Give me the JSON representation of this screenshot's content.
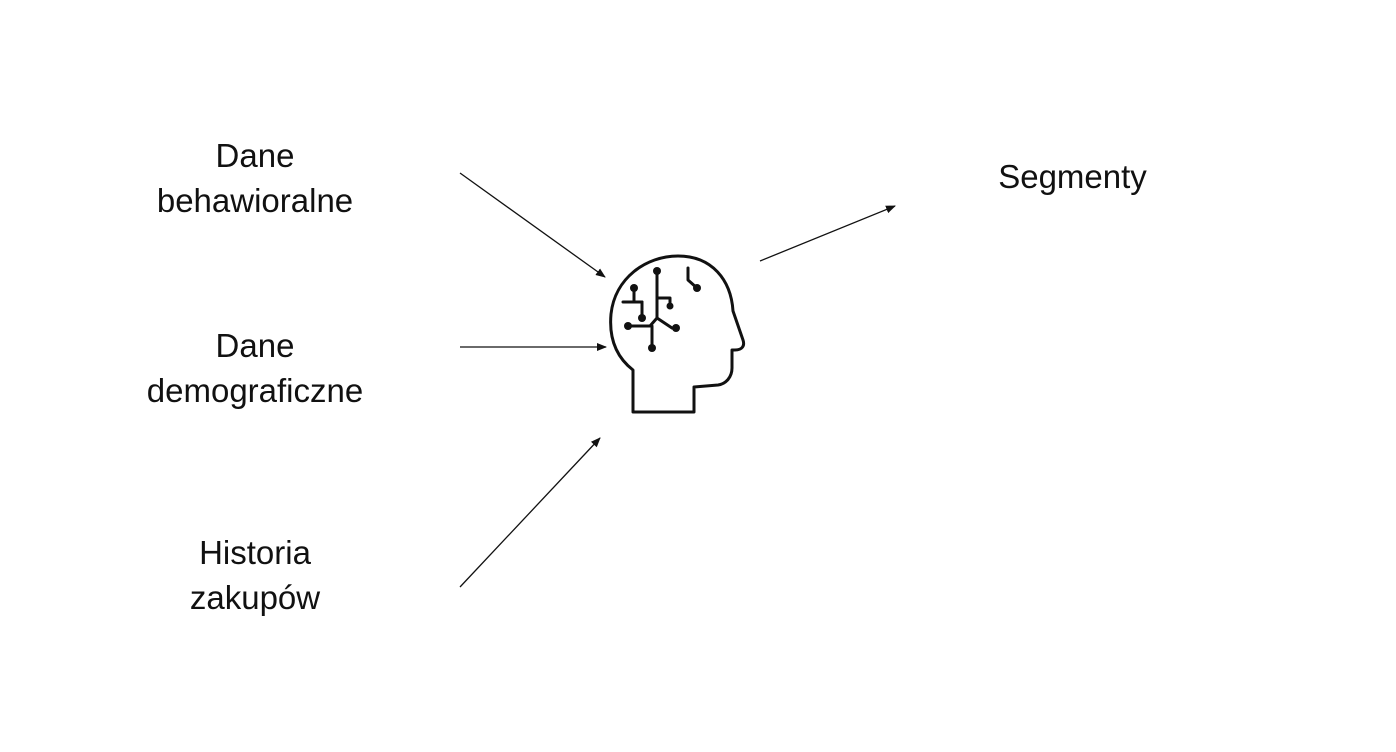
{
  "inputs": [
    {
      "line1": "Dane",
      "line2": "behawioralne"
    },
    {
      "line1": "Dane",
      "line2": "demograficzne"
    },
    {
      "line1": "Historia",
      "line2": "zakupów"
    }
  ],
  "output": {
    "label": "Segmenty"
  },
  "processor": {
    "icon": "brain-head-icon"
  },
  "colors": {
    "line": "#111111",
    "background": "#ffffff"
  }
}
